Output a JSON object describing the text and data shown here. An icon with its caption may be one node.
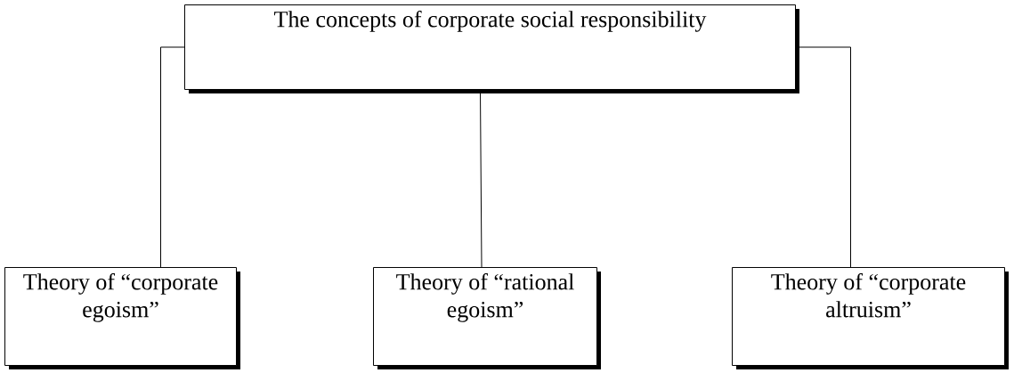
{
  "diagram": {
    "nodes": [
      {
        "text": [
          "The concepts of corporate social responsibility"
        ]
      },
      {
        "text": [
          "Theory of “corporate egoism”"
        ]
      },
      {
        "text": [
          "Theory of “rational egoism”"
        ]
      },
      {
        "text": [
          "Theory of “corporate altruism”"
        ]
      }
    ],
    "edges": [
      {
        "from": 0,
        "to": 1,
        "arrow": "none"
      },
      {
        "from": 0,
        "to": 2,
        "arrow": "none"
      },
      {
        "from": 0,
        "to": 3,
        "arrow": "none"
      }
    ]
  }
}
